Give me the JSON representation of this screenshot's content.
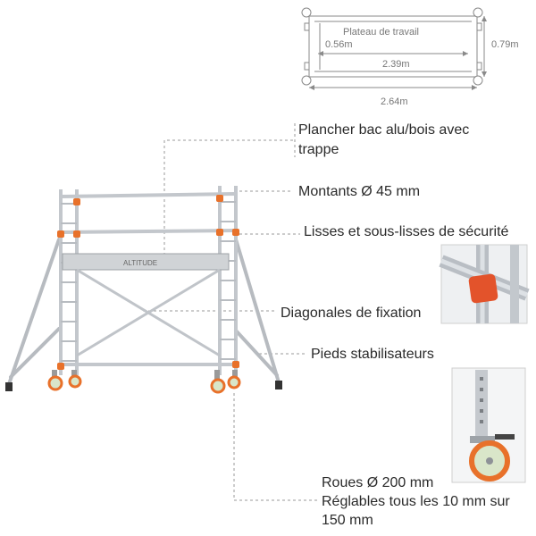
{
  "plan": {
    "title": "Plateau de travail",
    "inner_width": "0.56m",
    "inner_length": "2.39m",
    "outer_width": "0.79m",
    "outer_length": "2.64m"
  },
  "brand": "ALTITUDE",
  "callouts": {
    "plancher_1": "Plancher bac alu/bois avec",
    "plancher_2": "trappe",
    "montants": "Montants Ø 45 mm",
    "lisses": "Lisses et sous-lisses de sécurité",
    "diagonales": "Diagonales de fixation",
    "pieds": "Pieds stabilisateurs",
    "roues_1": "Roues Ø 200 mm",
    "roues_2": "Réglables tous les 10 mm sur",
    "roues_3": "150 mm"
  },
  "colors": {
    "tube": "#c9ccd0",
    "tube_dark": "#8e9297",
    "orange": "#e8712a",
    "leader": "#9a9a9a",
    "wheel": "#d9e6c9"
  }
}
